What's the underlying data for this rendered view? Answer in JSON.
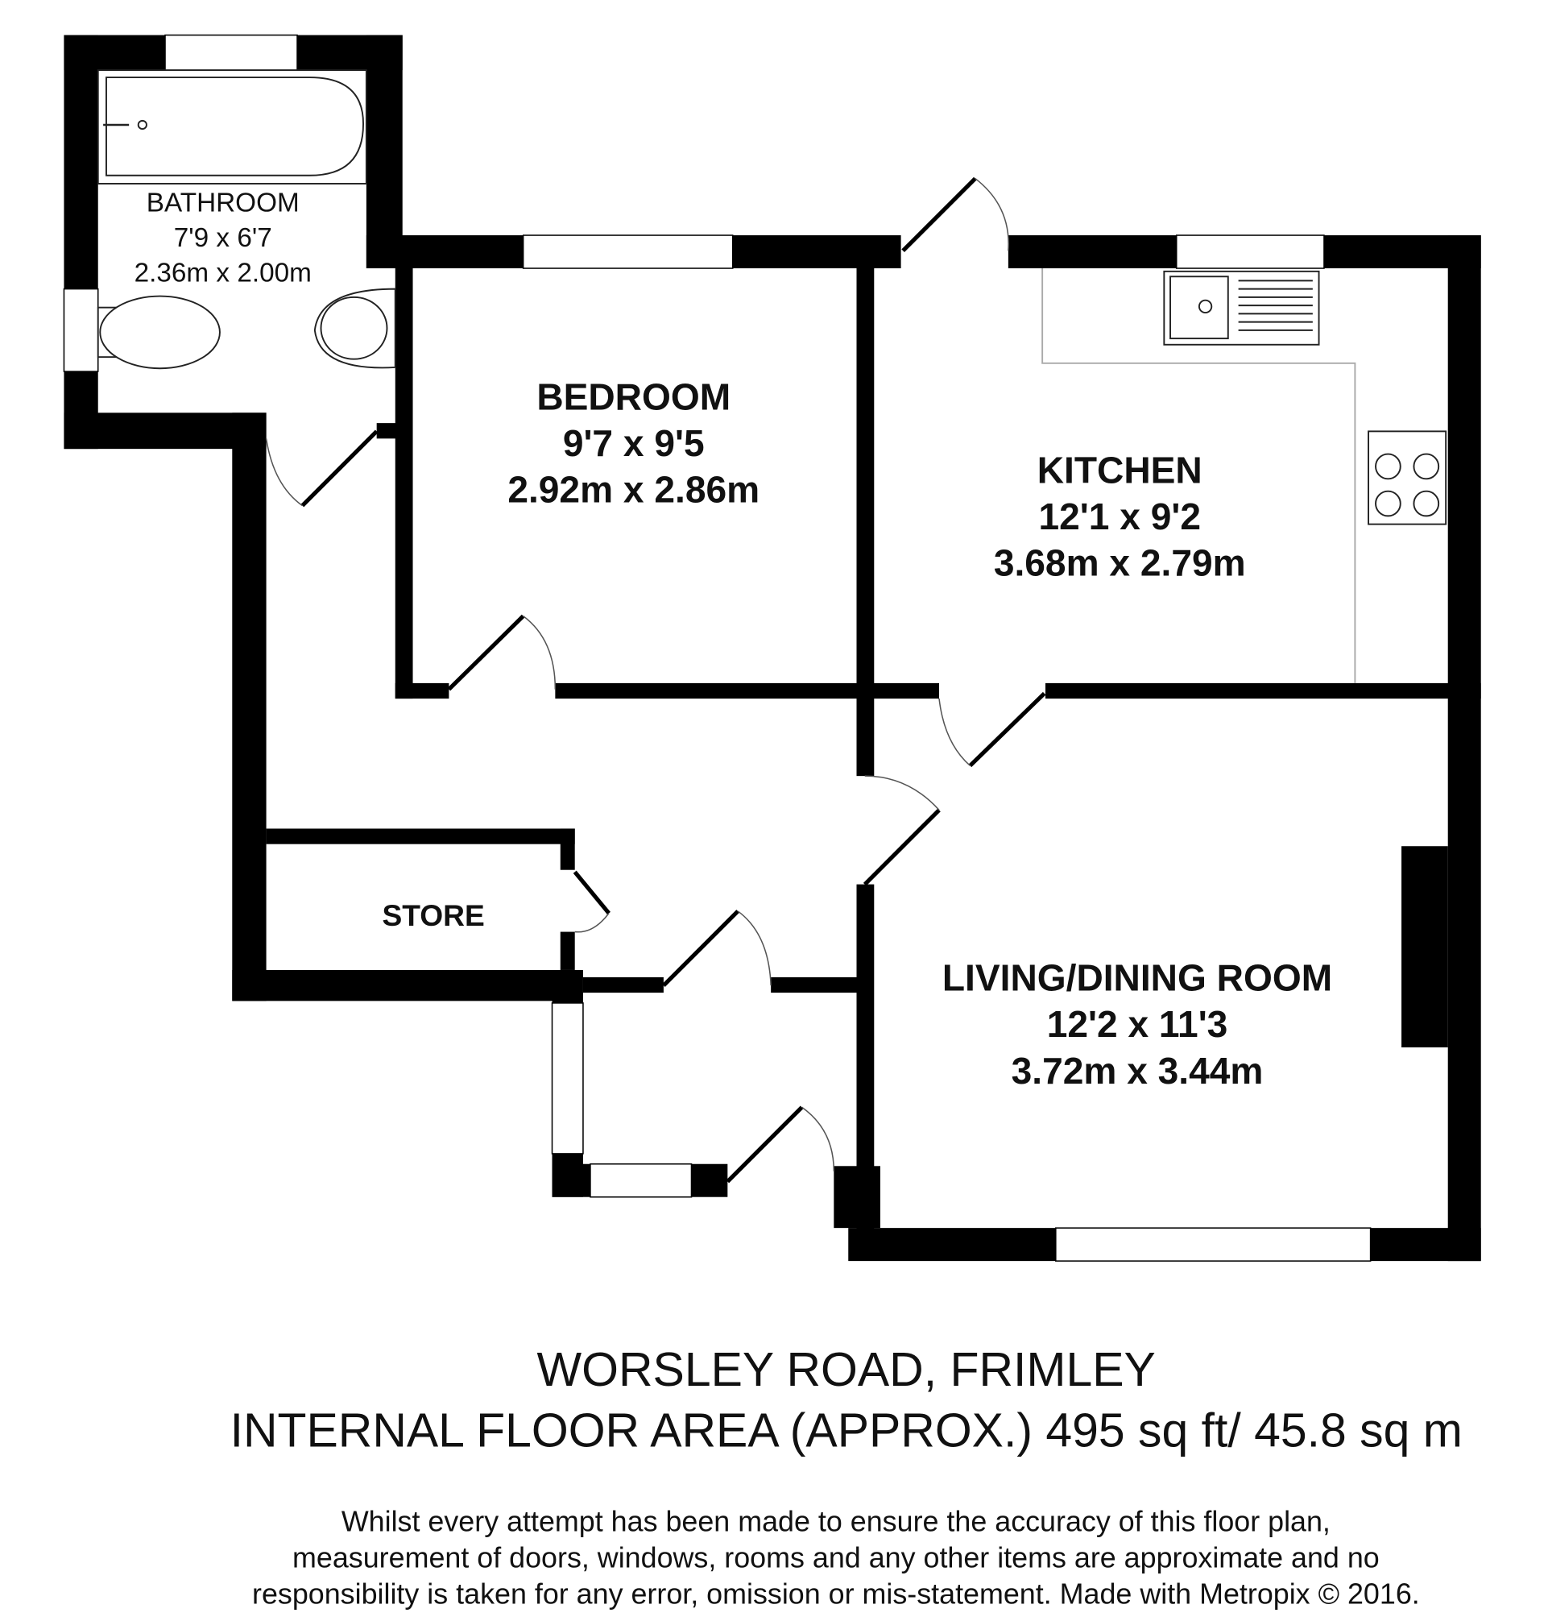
{
  "rooms": {
    "bathroom": {
      "name": "BATHROOM",
      "imperial": "7'9 x 6'7",
      "metric": "2.36m x 2.00m"
    },
    "bedroom": {
      "name": "BEDROOM",
      "imperial": "9'7 x 9'5",
      "metric": "2.92m x 2.86m"
    },
    "kitchen": {
      "name": "KITCHEN",
      "imperial": "12'1 x 9'2",
      "metric": "3.68m x 2.79m"
    },
    "living": {
      "name": "LIVING/DINING ROOM",
      "imperial": "12'2 x 11'3",
      "metric": "3.72m x 3.44m"
    },
    "store": {
      "name": "STORE"
    }
  },
  "footer": {
    "address": "WORSLEY ROAD, FRIMLEY",
    "area": "INTERNAL FLOOR AREA (APPROX.) 495 sq ft/ 45.8 sq m",
    "disclaimer": [
      "Whilst every attempt has been made to ensure the accuracy of this floor plan,",
      "measurement of doors, windows, rooms and any other items are approximate and no",
      "responsibility is taken for any error, omission or mis-statement. Made with Metropix © 2016."
    ]
  }
}
